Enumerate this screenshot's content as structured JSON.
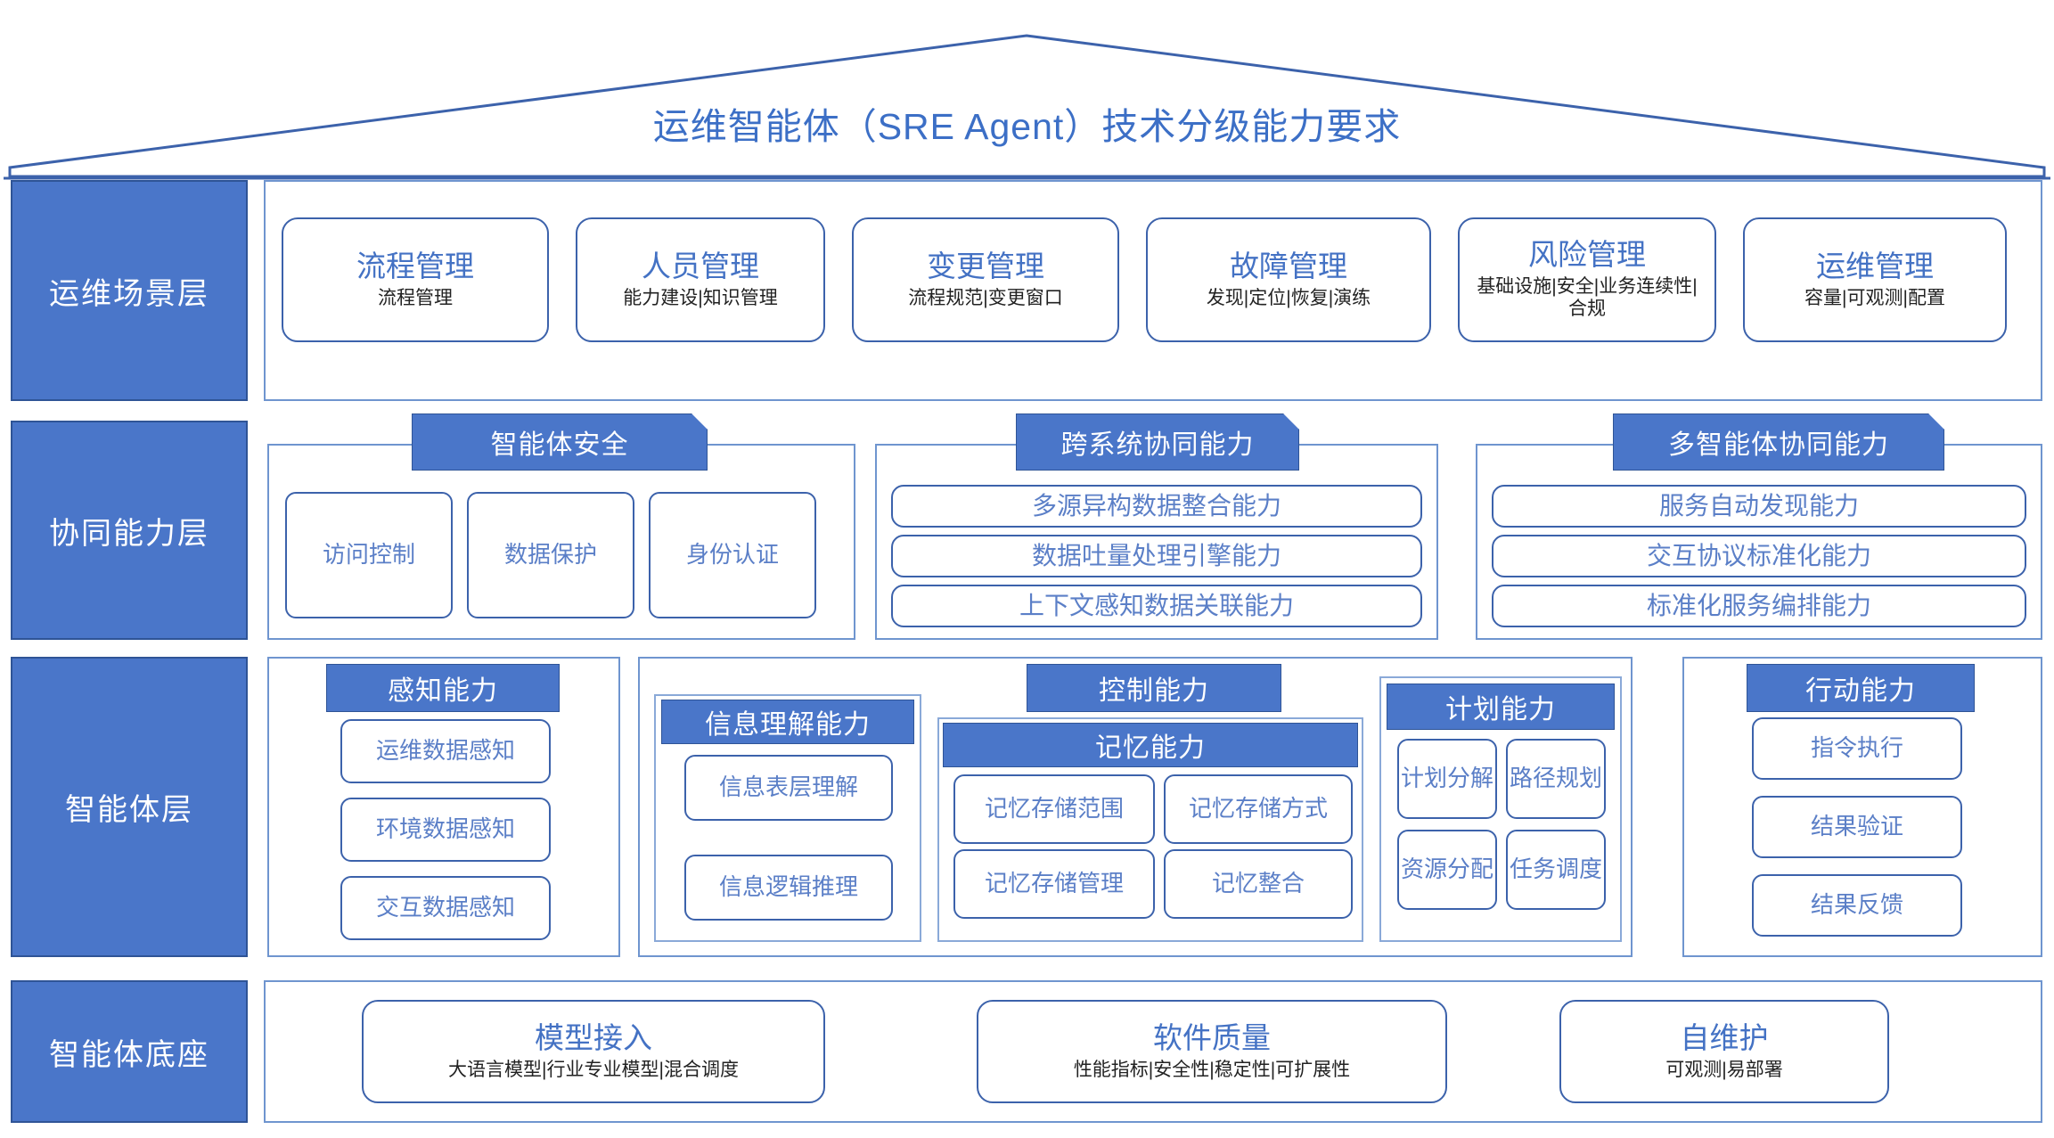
{
  "roof": {
    "title": "运维智能体（SRE Agent）技术分级能力要求"
  },
  "layers": [
    {
      "tag": "运维场景层",
      "cards": [
        {
          "title": "流程管理",
          "sub": "流程管理"
        },
        {
          "title": "人员管理",
          "sub": "能力建设|知识管理"
        },
        {
          "title": "变更管理",
          "sub": "流程规范|变更窗口"
        },
        {
          "title": "故障管理",
          "sub": "发现|定位|恢复|演练"
        },
        {
          "title": "风险管理",
          "sub": "基础设施|安全|业务连续性|合规"
        },
        {
          "title": "运维管理",
          "sub": "容量|可观测|配置"
        }
      ]
    },
    {
      "tag": "协同能力层",
      "groups": [
        {
          "header": "智能体安全",
          "items": [
            "访问控制",
            "数据保护",
            "身份认证"
          ]
        },
        {
          "header": "跨系统协同能力",
          "items": [
            "多源异构数据整合能力",
            "数据吐量处理引擎能力",
            "上下文感知数据关联能力"
          ]
        },
        {
          "header": "多智能体协同能力",
          "items": [
            "服务自动发现能力",
            "交互协议标准化能力",
            "标准化服务编排能力"
          ]
        }
      ]
    },
    {
      "tag": "智能体层",
      "groups": [
        {
          "header": "感知能力",
          "items": [
            "运维数据感知",
            "环境数据感知",
            "交互数据感知"
          ]
        },
        {
          "header": "控制能力",
          "items": []
        },
        {
          "header": "信息理解能力",
          "items": [
            "信息表层理解",
            "信息逻辑推理"
          ]
        },
        {
          "header": "记忆能力",
          "items": [
            "记忆存储范围",
            "记忆存储方式",
            "记忆存储管理",
            "记忆整合"
          ]
        },
        {
          "header": "计划能力",
          "items": [
            "计划分解",
            "路径规划",
            "资源分配",
            "任务调度"
          ]
        },
        {
          "header": "行动能力",
          "items": [
            "指令执行",
            "结果验证",
            "结果反馈"
          ]
        }
      ]
    },
    {
      "tag": "智能体底座",
      "cards": [
        {
          "title": "模型接入",
          "sub": "大语言模型|行业专业模型|混合调度"
        },
        {
          "title": "软件质量",
          "sub": "性能指标|安全性|稳定性|可扩展性"
        },
        {
          "title": "自维护",
          "sub": "可观测|易部署"
        }
      ]
    }
  ],
  "colors": {
    "accent_fill": "#4A76C9",
    "accent_stroke": "#2F5496",
    "title_text": "#3C6FC6",
    "pill_text": "#5B7FC7",
    "panel_border": "#6F95CF",
    "card_border": "#3C62AB"
  }
}
